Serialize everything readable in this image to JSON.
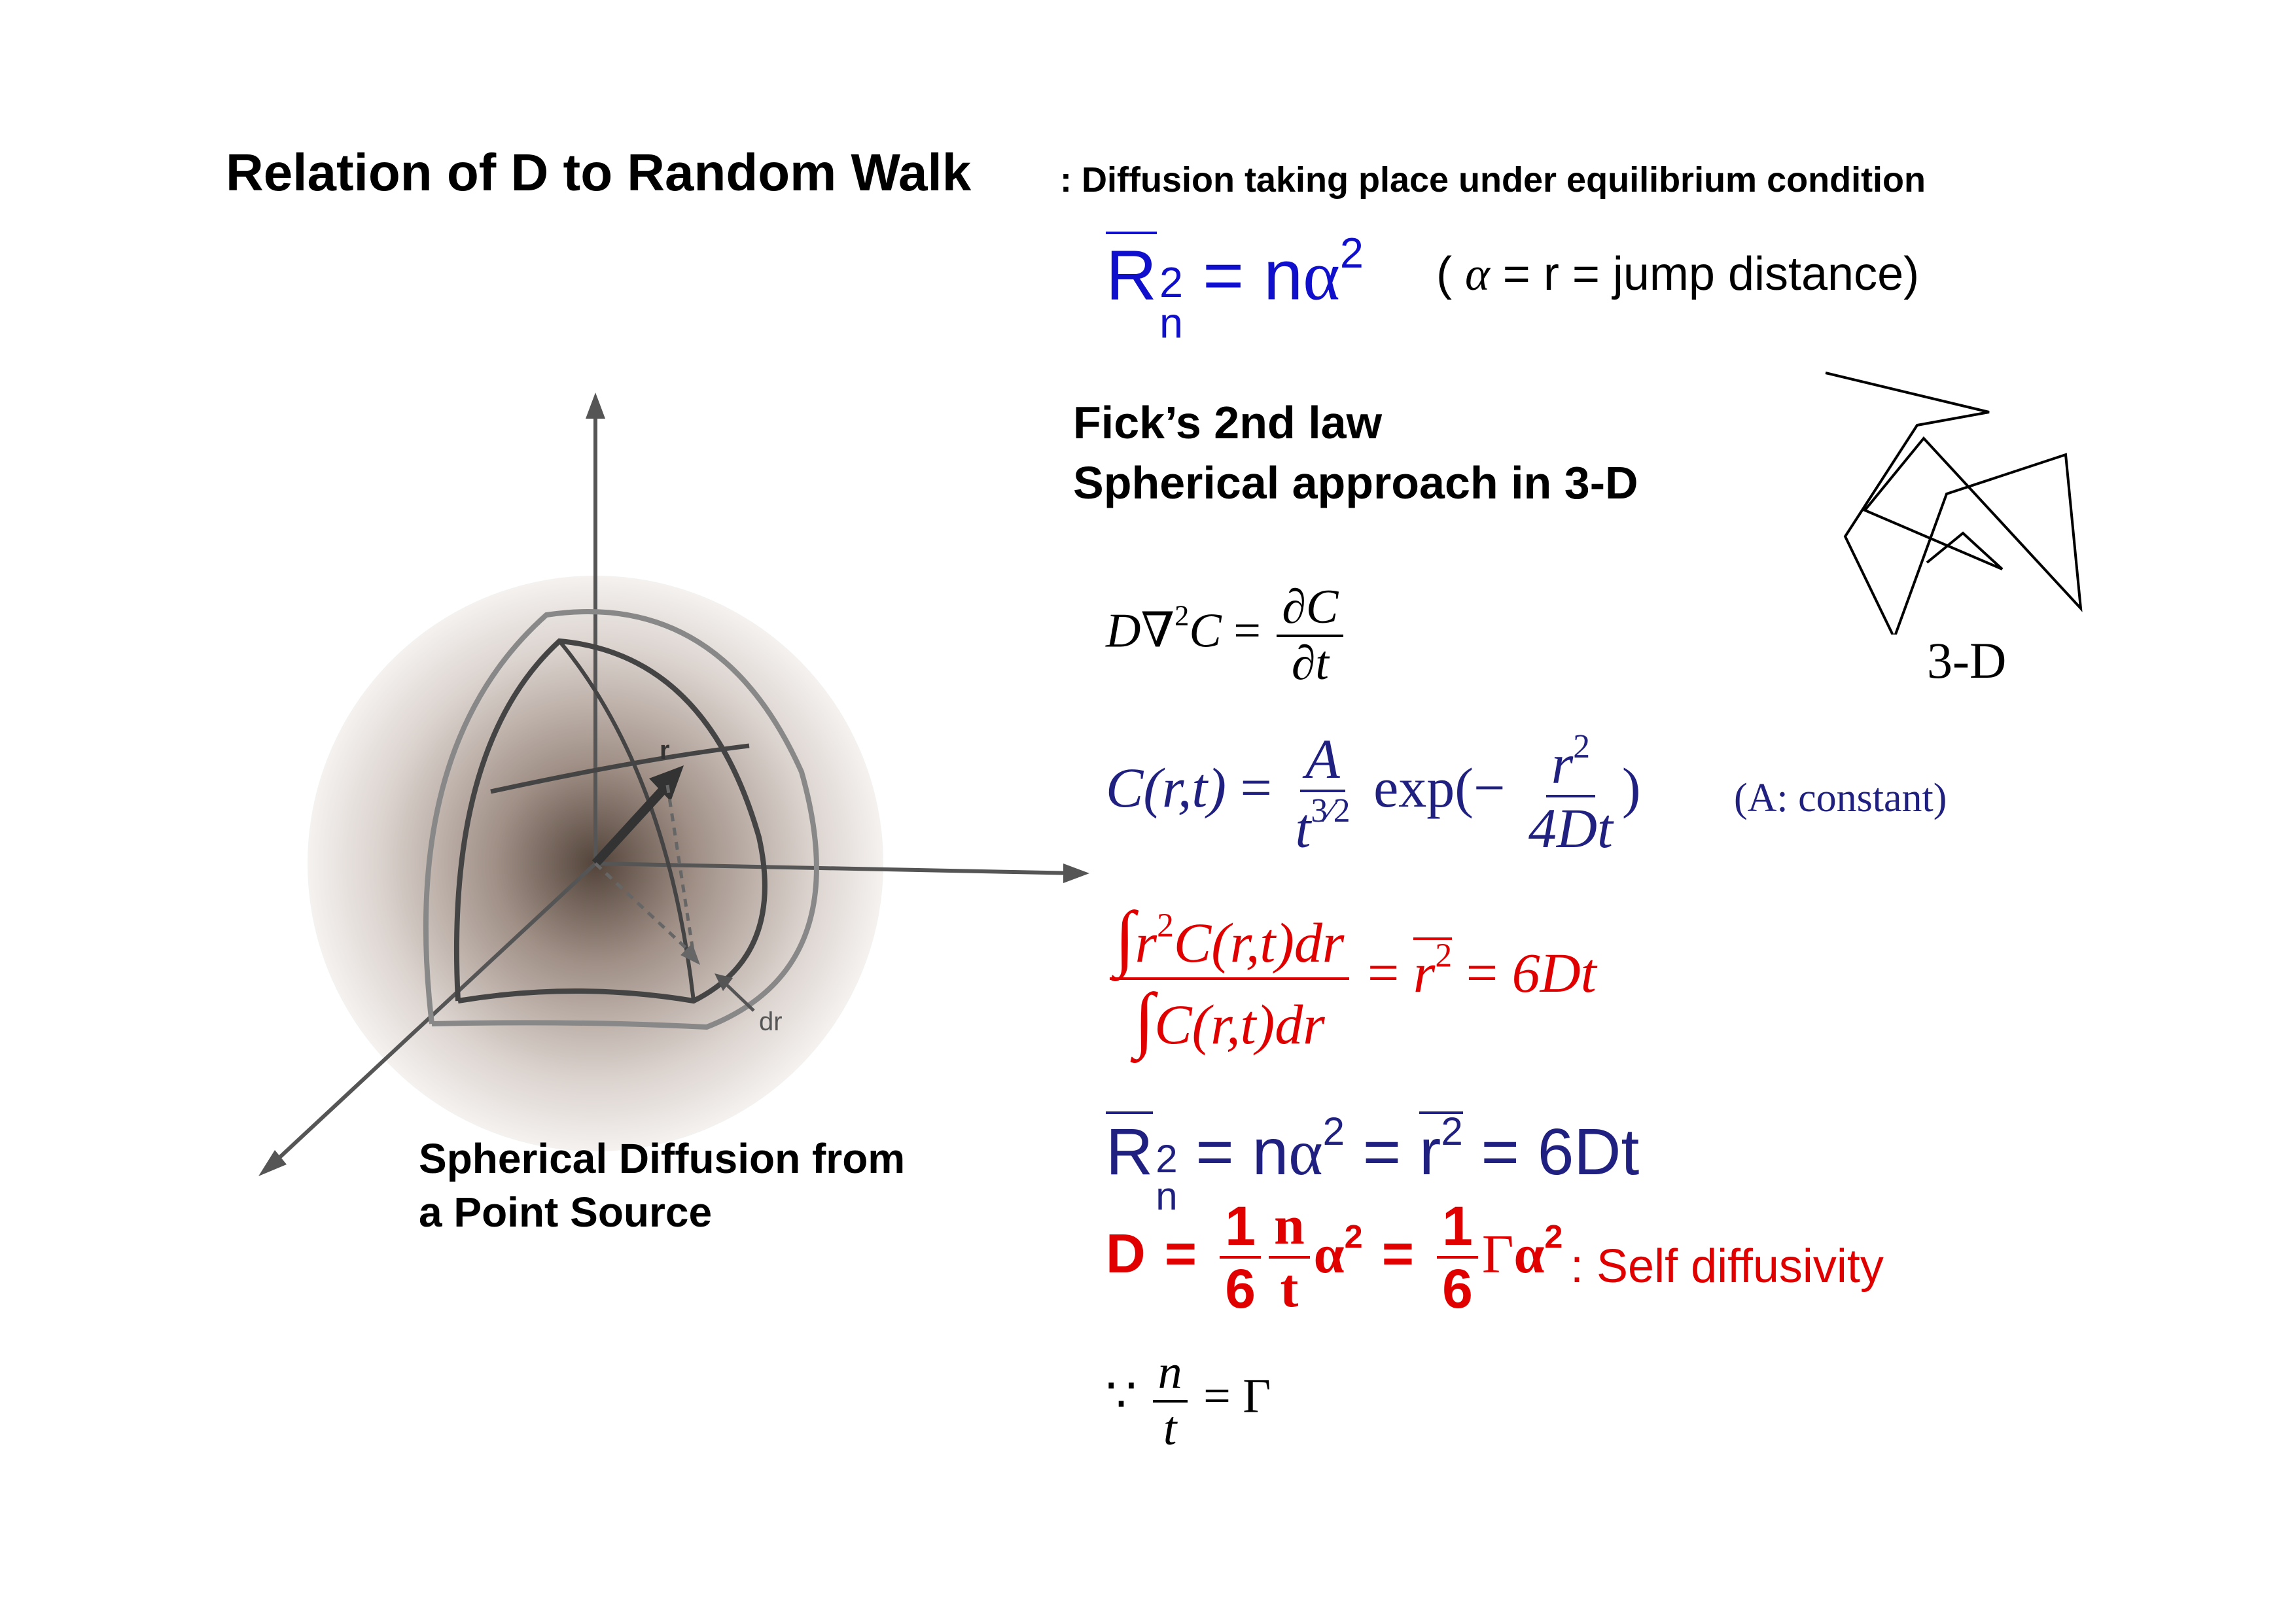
{
  "title": "Relation of D to Random Walk",
  "subtitle": ": Diffusion taking place under equilibrium condition",
  "eq1": {
    "R": "R",
    "sup2": "2",
    "subn": "n",
    "eq": "=",
    "n": "n",
    "alpha": "α",
    "exp": "2"
  },
  "jump_note": {
    "open": "(",
    "alpha": "α",
    "text": " = r = jump distance)"
  },
  "fick": {
    "line1": "Fick’s 2nd law",
    "line2": "Spherical approach in 3-D"
  },
  "walk_label": "3-D",
  "figure": {
    "r_label": "r",
    "dr_label": "dr",
    "caption_line1": "Spherical Diffusion from",
    "caption_line2": "a Point Source"
  },
  "pde": {
    "lhs": "D∇",
    "sup": "2",
    "C": "C",
    "eq": "=",
    "num": "∂C",
    "den": "∂t"
  },
  "solution": {
    "lhs": "C(r,t)",
    "eq": "=",
    "num": "A",
    "den_t": "t",
    "den_exp": "3⁄2",
    "exp": "exp(−",
    "num2": "r",
    "num2_sup": "2",
    "den2": "4Dt",
    "close": ")",
    "note": "(A: constant)"
  },
  "moment": {
    "num_int": "∫",
    "num_r": "r",
    "num_sup": "2",
    "num_rest": "C(r,t)dr",
    "den_int": "∫",
    "den_rest": "C(r,t)dr",
    "eq1": "=",
    "rbar": "r",
    "rbar_sup": "2",
    "eq2": "=",
    "rhs": "6Dt"
  },
  "eq_chain": {
    "R": "R",
    "sup2": "2",
    "subn": "n",
    "eq1": "=",
    "n": "n",
    "alpha": "α",
    "a_exp": "2",
    "eq2": "=",
    "r": "r",
    "r_exp": "2",
    "eq3": "=",
    "rhs": "6Dt"
  },
  "self_diff": {
    "D": "D",
    "eq1": "=",
    "f1_num": "1",
    "f1_den": "6",
    "f2_num": "n",
    "f2_den": "t",
    "alpha": "α",
    "a_exp": "2",
    "eq2": "=",
    "f3_num": "1",
    "f3_den": "6",
    "gamma": "Γ",
    "alpha2": "α",
    "a2_exp": "2",
    "label": ": Self diffusivity"
  },
  "because": {
    "sym": "∵",
    "num": "n",
    "den": "t",
    "eq": "=",
    "gamma": "Γ"
  }
}
